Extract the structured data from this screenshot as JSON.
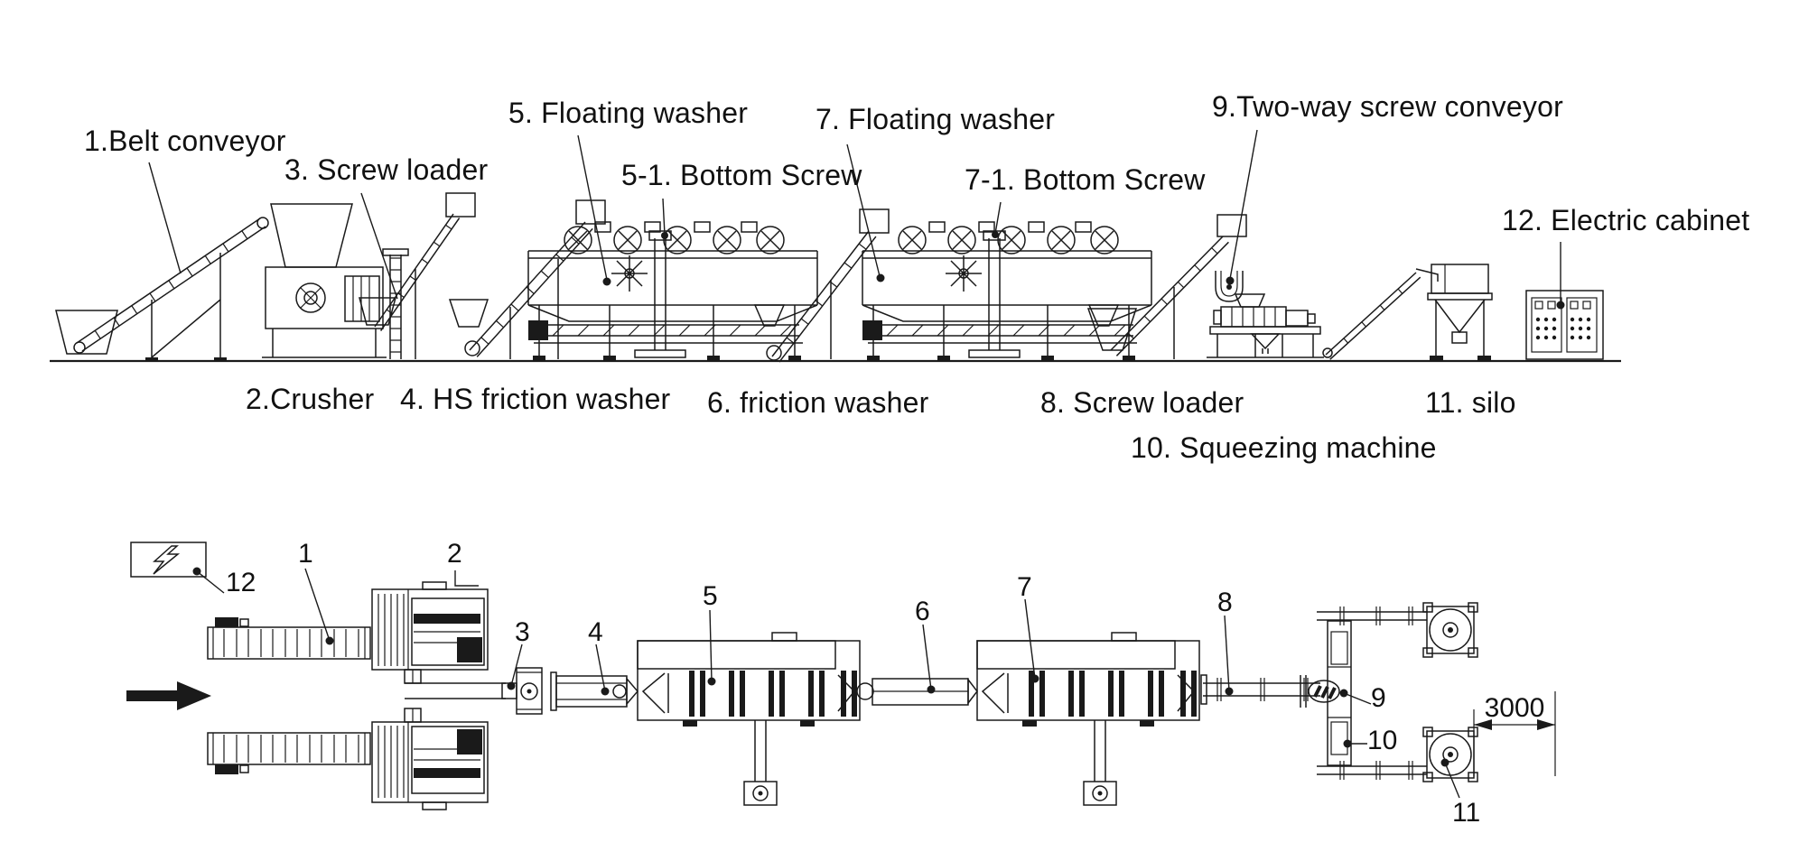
{
  "colors": {
    "ink": "#1a1a1a",
    "paper": "#ffffff"
  },
  "elevation": {
    "labels": {
      "belt_conveyor": "1.Belt conveyor",
      "crusher": "2.Crusher",
      "screw_loader_3": "3. Screw loader",
      "hs_friction_washer": "4. HS friction washer",
      "floating_washer_5": "5. Floating washer",
      "bottom_screw_5": "5-1. Bottom Screw",
      "friction_washer_6": "6. friction washer",
      "floating_washer_7": "7. Floating washer",
      "bottom_screw_7": "7-1. Bottom Screw",
      "screw_loader_8": "8. Screw loader",
      "two_way_screw_conveyor": "9.Two-way screw conveyor",
      "squeezing_machine": "10. Squeezing machine",
      "silo": "11. silo",
      "electric_cabinet": "12. Electric cabinet"
    }
  },
  "plan": {
    "callouts": {
      "c1": "1",
      "c2": "2",
      "c3": "3",
      "c4": "4",
      "c5": "5",
      "c6": "6",
      "c7": "7",
      "c8": "8",
      "c9": "9",
      "c10": "10",
      "c11": "11",
      "c12": "12"
    },
    "dimension_mm": "3000"
  }
}
